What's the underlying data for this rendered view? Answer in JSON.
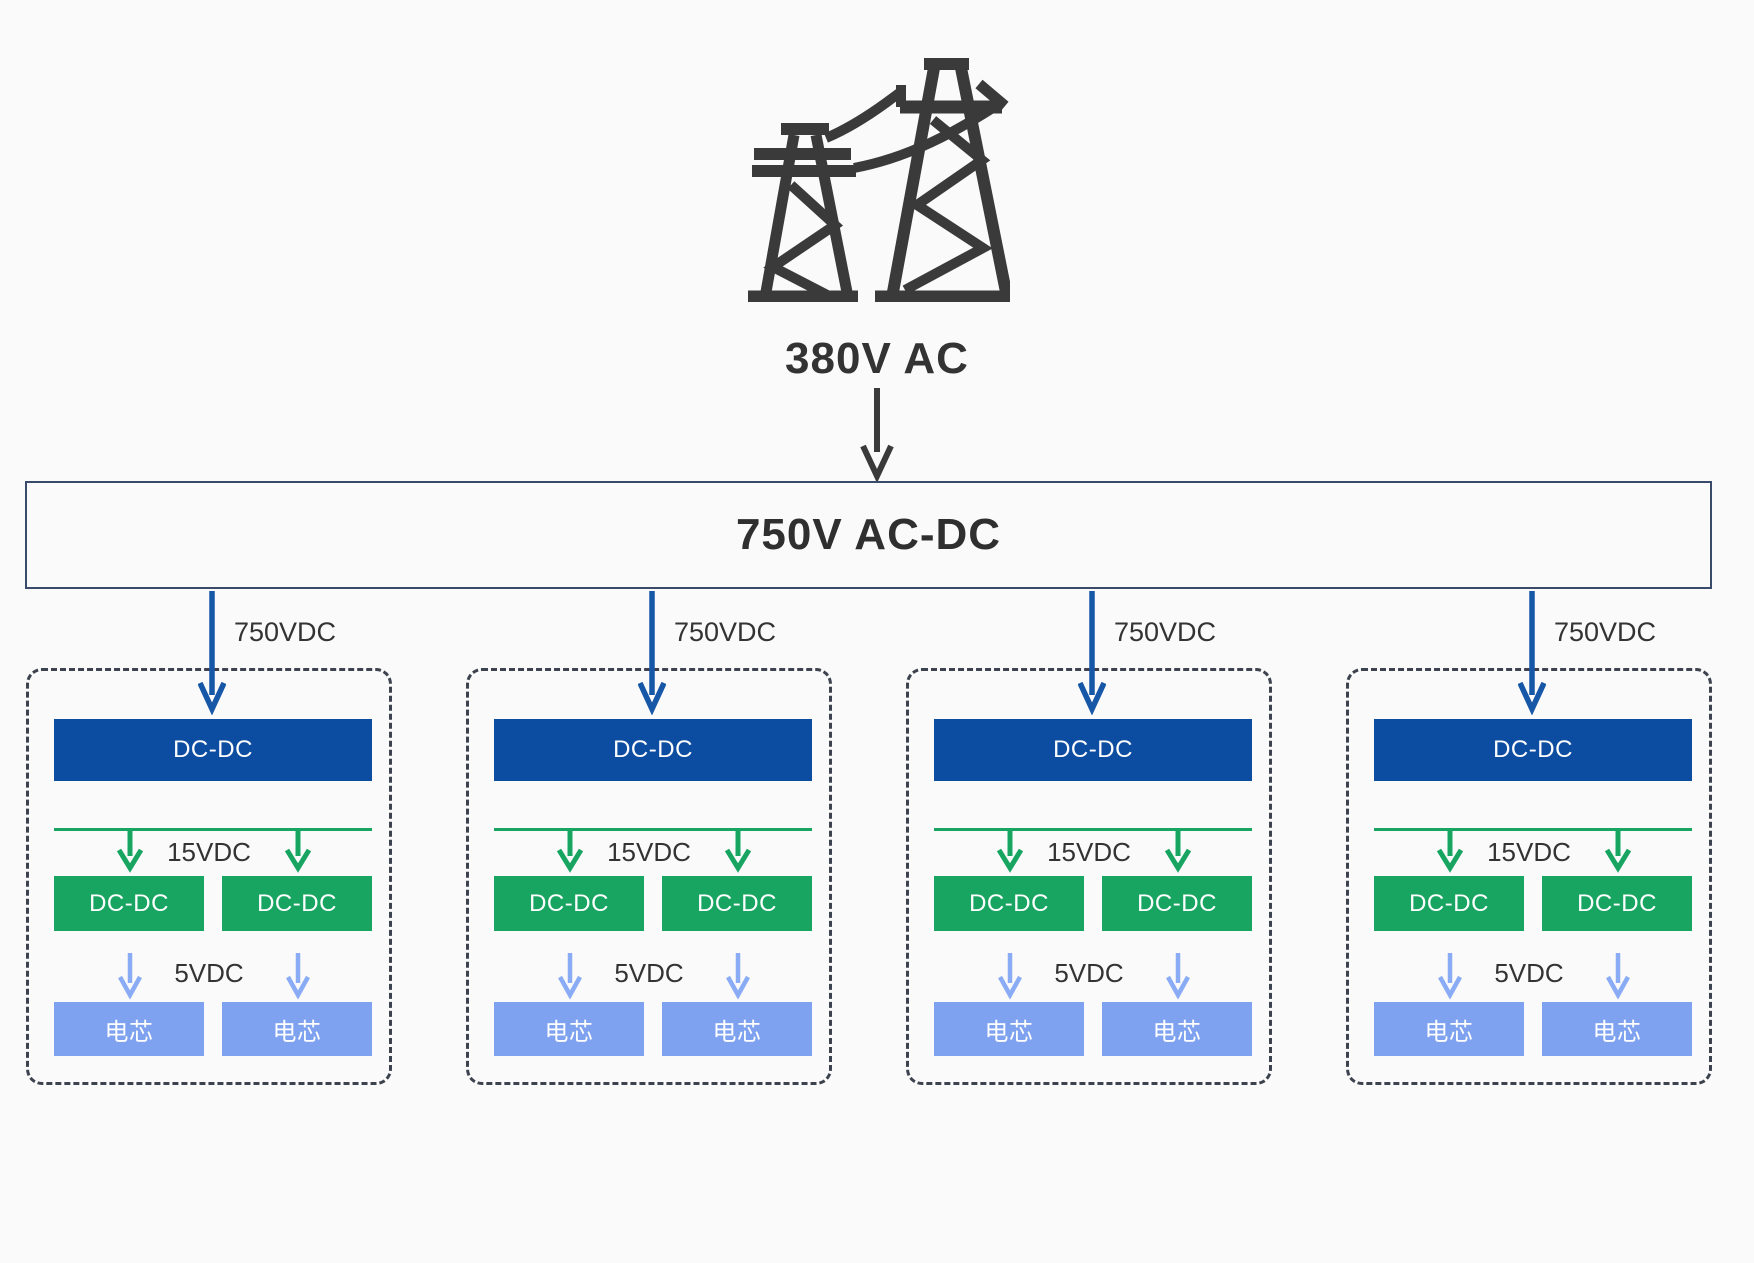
{
  "diagram": {
    "source": {
      "icon": "transmission-tower-icon",
      "label": "380V AC"
    },
    "rectifier": {
      "label": "750V AC-DC"
    },
    "clusters": [
      {
        "input_label": "750VDC",
        "primary_converter": "DC-DC",
        "mid_bus_label": "15VDC",
        "secondary_converters": [
          "DC-DC",
          "DC-DC"
        ],
        "low_bus_label": "5VDC",
        "cells": [
          "电芯",
          "电芯"
        ]
      },
      {
        "input_label": "750VDC",
        "primary_converter": "DC-DC",
        "mid_bus_label": "15VDC",
        "secondary_converters": [
          "DC-DC",
          "DC-DC"
        ],
        "low_bus_label": "5VDC",
        "cells": [
          "电芯",
          "电芯"
        ]
      },
      {
        "input_label": "750VDC",
        "primary_converter": "DC-DC",
        "mid_bus_label": "15VDC",
        "secondary_converters": [
          "DC-DC",
          "DC-DC"
        ],
        "low_bus_label": "5VDC",
        "cells": [
          "电芯",
          "电芯"
        ]
      },
      {
        "input_label": "750VDC",
        "primary_converter": "DC-DC",
        "mid_bus_label": "15VDC",
        "secondary_converters": [
          "DC-DC",
          "DC-DC"
        ],
        "low_bus_label": "5VDC",
        "cells": [
          "电芯",
          "电芯"
        ]
      }
    ]
  },
  "colors": {
    "background": "#fafafa",
    "ink": "#333333",
    "icon": "#3a3a3a",
    "primary_blue": "#0d4da1",
    "green": "#18a562",
    "cell_blue": "#7ea2f0",
    "cell_arrow": "#8aabf5",
    "feed_arrow": "#1658a7",
    "rectifier_border": "#3a4a6b",
    "cluster_border": "#3c434e",
    "box_text": "#ffffff"
  }
}
